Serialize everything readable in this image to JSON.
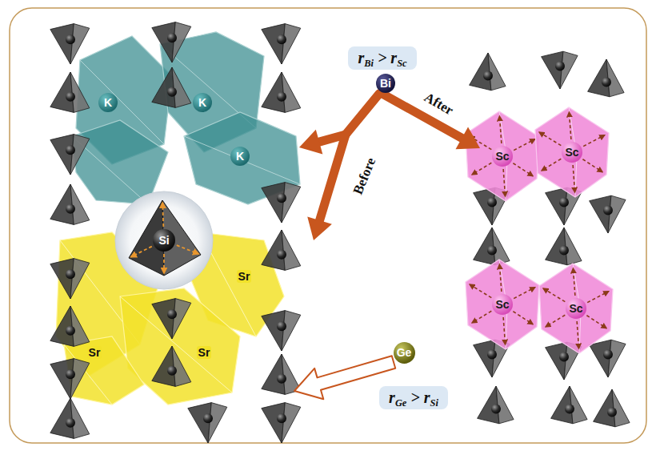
{
  "diagram": {
    "nodes": [
      {
        "text": [
          "K"
        ]
      },
      {
        "text": [
          "K"
        ]
      },
      {
        "text": [
          "rBi > rSc"
        ]
      },
      {
        "text": [
          "Bi"
        ]
      },
      {
        "text": [
          "K"
        ]
      },
      {
        "text": [
          "Si"
        ]
      },
      {
        "text": [
          "Sc"
        ]
      },
      {
        "text": [
          "Sc"
        ]
      },
      {
        "text": [
          "Sc"
        ]
      },
      {
        "text": [
          "Sc"
        ]
      },
      {
        "text": [
          "Ge"
        ]
      },
      {
        "text": [
          "rGe > rSi"
        ]
      }
    ],
    "labels": [
      "Sr",
      "Sr",
      "Sr",
      "After",
      "Before"
    ]
  }
}
